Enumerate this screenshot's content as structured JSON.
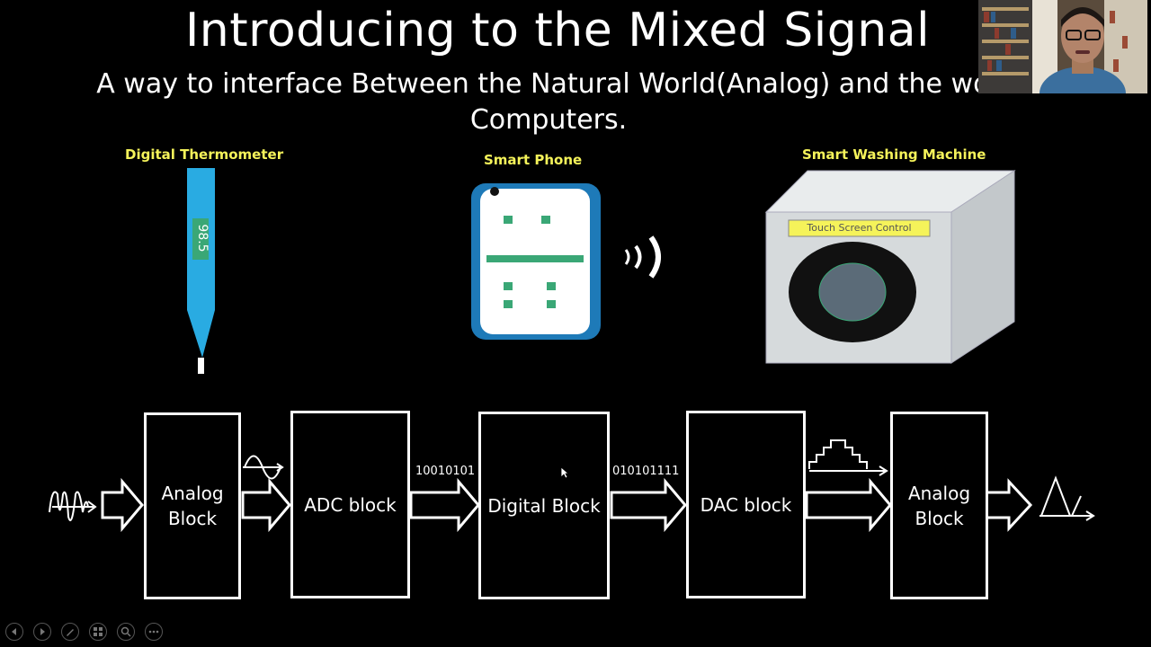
{
  "slide": {
    "title": "Introducing to the Mixed Signal",
    "subtitle_line1": "A way to interface Between the Natural World(Analog) and the wor",
    "subtitle_line2": "Computers."
  },
  "devices": {
    "thermometer": {
      "label": "Digital Thermometer",
      "reading": "98.5"
    },
    "phone": {
      "label": "Smart Phone"
    },
    "washer": {
      "label": "Smart Washing Machine",
      "panel": "Touch Screen Control"
    }
  },
  "blocks": [
    {
      "label_line1": "Analog",
      "label_line2": "Block"
    },
    {
      "label_line1": "ADC block",
      "label_line2": ""
    },
    {
      "label_line1": "Digital Block",
      "label_line2": ""
    },
    {
      "label_line1": "DAC block",
      "label_line2": ""
    },
    {
      "label_line1": "Analog",
      "label_line2": "Block"
    }
  ],
  "bitstreams": {
    "adc_out": "10010101",
    "digital_out": "010101111"
  },
  "toolbar": {
    "icons": [
      "previous-icon",
      "next-icon",
      "pen-icon",
      "slides-icon",
      "zoom-icon",
      "more-icon"
    ]
  },
  "colors": {
    "thermometer_blue": "#29abe2",
    "device_green": "#3aa776",
    "label_yellow": "#f5f35a",
    "washer_gray": "#d6dadc"
  }
}
